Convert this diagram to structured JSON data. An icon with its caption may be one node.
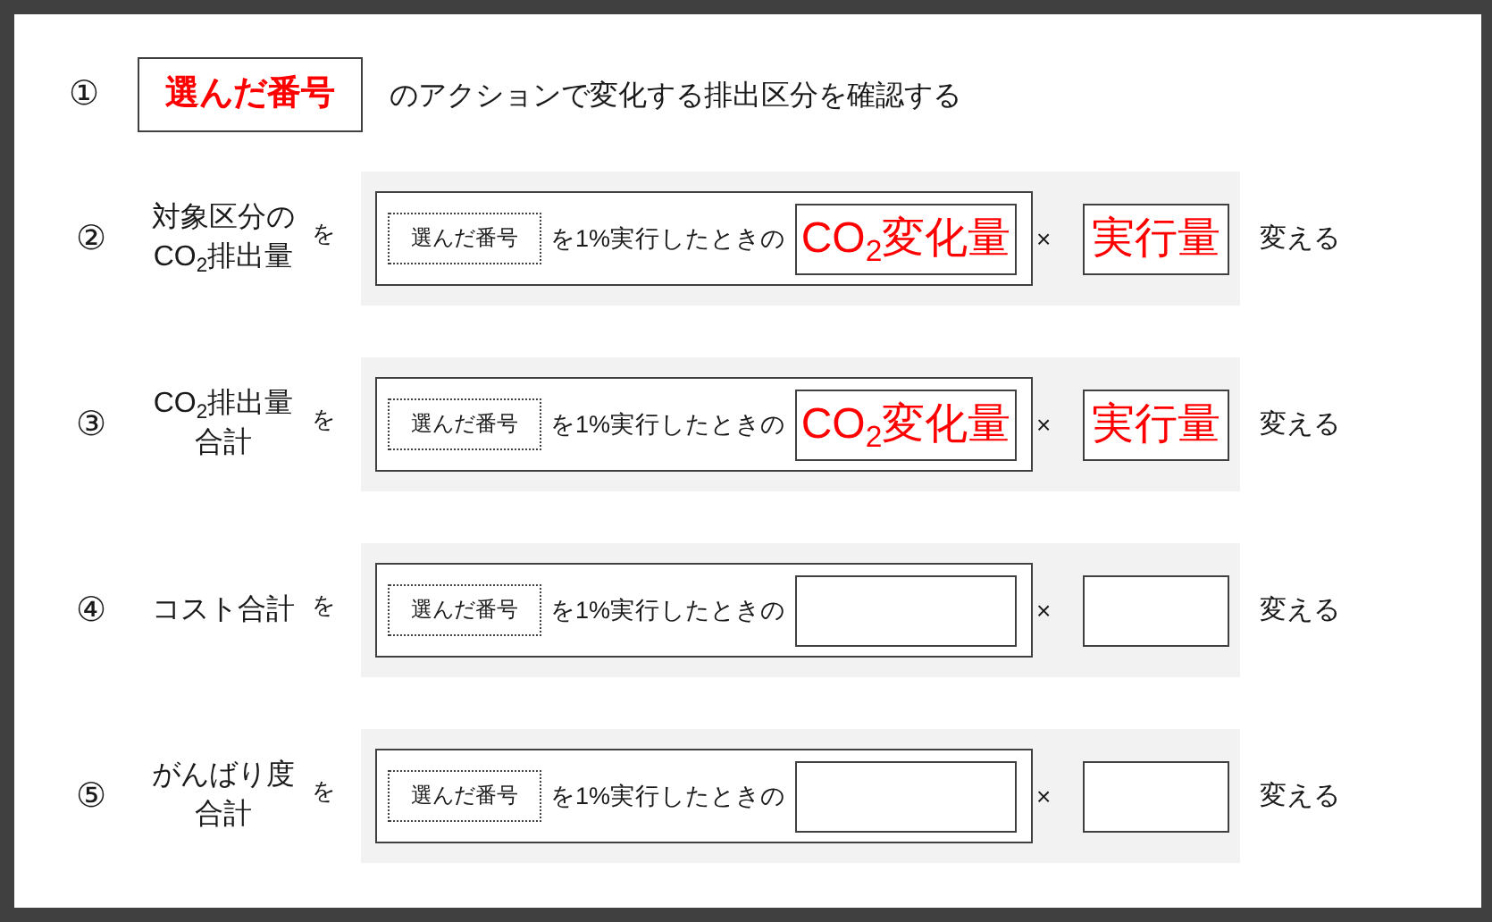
{
  "diagram": {
    "nodes": [
      {
        "text": [
          "選んだ番号"
        ]
      },
      {
        "text": [
          "×"
        ]
      },
      {
        "text": [
          "を1%実行したときの"
        ],
        "in": 1
      },
      {
        "text": [
          "選んだ番号"
        ],
        "in": 2
      },
      {
        "text": [
          "CO$_{2}$変化量"
        ],
        "in": 2
      },
      {
        "text": [
          "実行量"
        ],
        "in": 1
      },
      {
        "text": [
          "×"
        ]
      },
      {
        "text": [
          "を1%実行したときの"
        ],
        "in": 6
      },
      {
        "text": [
          "選んだ番号"
        ],
        "in": 7
      },
      {
        "text": [
          "CO$_{2}$変化量"
        ],
        "in": 7
      },
      {
        "text": [
          "実行量"
        ],
        "in": 6
      },
      {
        "text": [
          "×"
        ]
      },
      {
        "text": [
          "を1%実行したときの"
        ],
        "in": 11
      },
      {
        "text": [
          "選んだ番号"
        ],
        "in": 12
      },
      {
        "text": [],
        "shape": "box",
        "in": 12
      },
      {
        "text": [],
        "shape": "box",
        "in": 11
      },
      {
        "text": [
          "×"
        ]
      },
      {
        "text": [
          "を1%実行したときの"
        ],
        "in": 16
      },
      {
        "text": [
          "選んだ番号"
        ],
        "in": 17
      },
      {
        "text": [],
        "shape": "box",
        "in": 17
      },
      {
        "text": [],
        "shape": "box",
        "in": 16
      }
    ],
    "labels": [
      "①",
      "のアクションで変化する排出区分を確認する",
      "②",
      "対象区分のCO$_{2}$排出量",
      "を",
      "変える",
      "③",
      "CO$_{2}$排出量合計",
      "を",
      "変える",
      "④",
      "コスト合計",
      "を",
      "変える",
      "⑤",
      "がんばり度合計",
      "を",
      "変える"
    ]
  }
}
